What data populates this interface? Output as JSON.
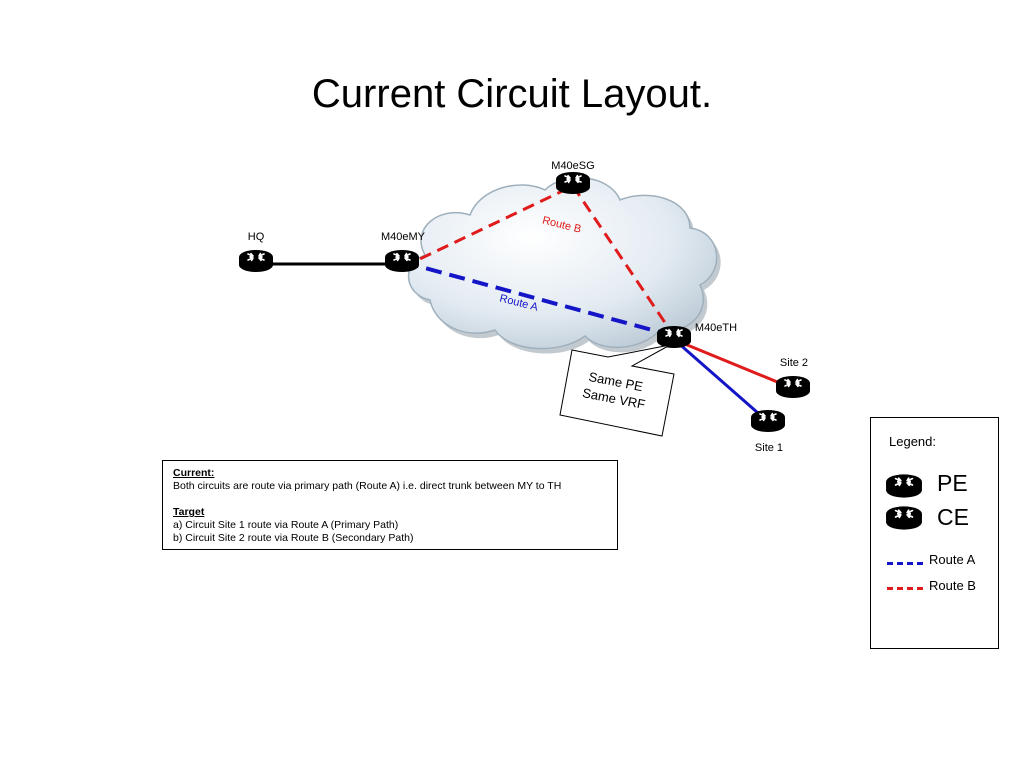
{
  "title": "Current Circuit Layout.",
  "colors": {
    "pe": "#2a8fc1",
    "ce": "#ee7d22",
    "route_a": "#1515c8",
    "route_b": "#e01b1b",
    "cloud": "#e6eef4"
  },
  "nodes": {
    "hq": "HQ",
    "my": "M40eMY",
    "sg": "M40eSG",
    "th": "M40eTH",
    "site1": "Site 1",
    "site2": "Site 2"
  },
  "routes": {
    "a": "Route A",
    "b": "Route B"
  },
  "callout": [
    "Same PE",
    "Same VRF"
  ],
  "notes": {
    "current_heading": "Current:",
    "current_text": "Both circuits are route via primary path (Route A) i.e. direct trunk between MY to TH",
    "target_heading": "Target",
    "target_a": "a) Circuit Site 1 route via Route A (Primary Path)",
    "target_b": "b) Circuit Site 2 route via Route B (Secondary Path)"
  },
  "legend": {
    "title": "Legend:",
    "pe": "PE",
    "ce": "CE",
    "route_a": "Route A",
    "route_b": "Route B"
  }
}
